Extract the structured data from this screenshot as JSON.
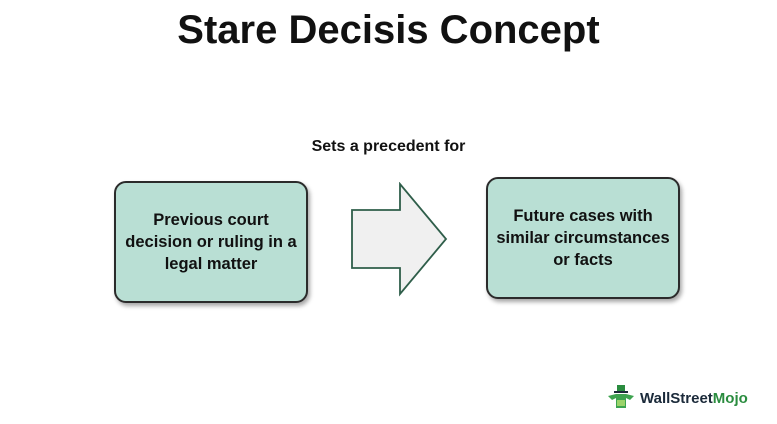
{
  "title": "Stare Decisis Concept",
  "connector_label": "Sets a precedent for",
  "left_box": {
    "text": "Previous court decision or ruling in a legal matter"
  },
  "right_box": {
    "text": "Future cases with similar circumstances or facts"
  },
  "arrow": {
    "direction": "right",
    "fill": "#f0f0f0",
    "stroke": "#2f5e4a"
  },
  "colors": {
    "box_fill": "#b9dfd4",
    "box_border": "#2b2b2b"
  },
  "logo": {
    "part1": "WallStreet",
    "part2": "Mojo",
    "icon": "wallstreetmojo-logo-icon"
  }
}
